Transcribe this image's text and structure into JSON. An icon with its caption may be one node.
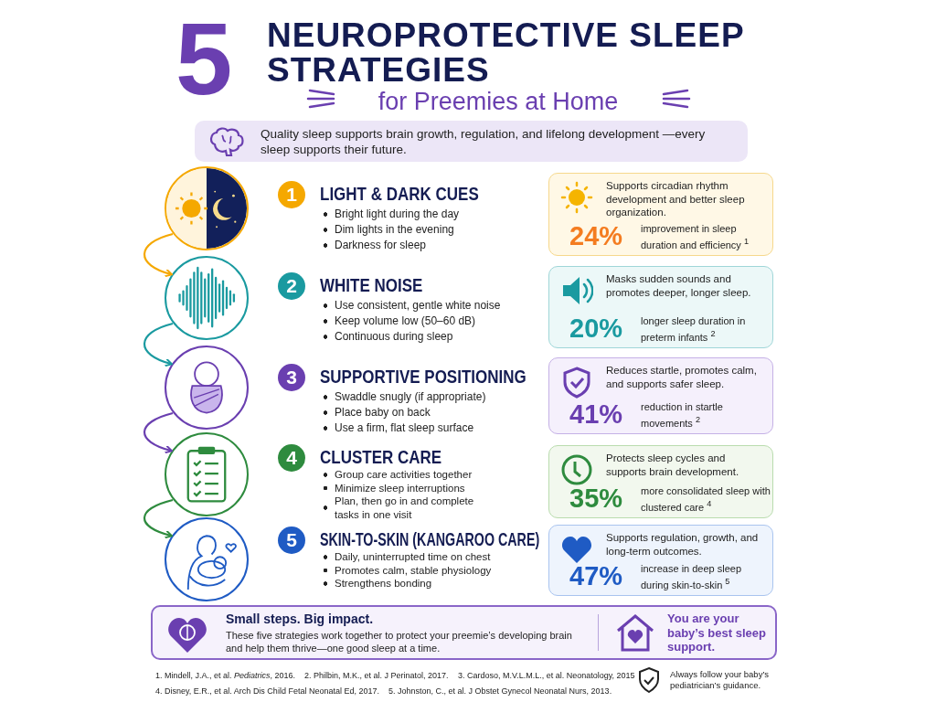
{
  "diagram": {
    "title": "NEUROPROTECTIVE SLEEP STRATEGIES",
    "nodes": [
      {
        "text": [
          "Quality sleep supports brain growth, regulation, and lifelong development —every sleep supports their future."
        ]
      },
      {
        "text": [],
        "shape": "picture"
      },
      {
        "text": [],
        "shape": "picture"
      },
      {
        "text": [],
        "shape": "picture"
      },
      {
        "text": [],
        "shape": "picture"
      },
      {
        "text": [],
        "shape": "picture"
      },
      {
        "text": [
          "1"
        ]
      },
      {
        "text": [
          "2"
        ]
      },
      {
        "text": [
          "3"
        ]
      },
      {
        "text": [
          "4"
        ]
      },
      {
        "text": [
          "5"
        ]
      },
      {
        "text": [
          "Supports circadian rhythm development and better sleep organization.",
          "24%",
          "improvement in sleep duration and efficiency $^{1}$"
        ]
      },
      {
        "text": [
          "Masks sudden sounds and promotes deeper, longer sleep.",
          "20%",
          "longer sleep duration in preterm infants $^{2}$"
        ]
      },
      {
        "text": [
          "Reduces startle, promotes calm, and supports safer sleep.",
          "41%",
          "reduction in startle movements $^{2}$"
        ]
      },
      {
        "text": [
          "Protects sleep cycles and supports brain development.",
          "35%",
          "more consolidated sleep with clustered care $^{4}$"
        ]
      },
      {
        "text": [
          "Supports regulation, growth, and long-term outcomes.",
          "47%",
          "increase in deep sleep during skin-to-skin $^{5}$"
        ]
      },
      {
        "text": [
          "Small steps. Big impact.",
          "These five strategies work together to protect your preemie’s developing brain and help them thrive—one good sleep at a time.",
          "You are your baby’s best sleep support."
        ]
      }
    ],
    "edges": [
      {
        "from": 1,
        "to": 2,
        "arrow": "to",
        "color": "#f5a800"
      },
      {
        "from": 2,
        "to": 3,
        "arrow": "to",
        "color": "#1a9aa0"
      },
      {
        "from": 3,
        "to": 4,
        "arrow": "to",
        "color": "#6a3fb0"
      },
      {
        "from": 4,
        "to": 5,
        "arrow": "to",
        "color": "#2e8b3e"
      }
    ],
    "labels": [
      "5",
      "for Preemies at Home",
      "LIGHT & DARK CUES",
      "Bright light during the day",
      "Dim lights in the evening",
      "Darkness for sleep",
      "WHITE NOISE",
      "Use consistent, gentle white noise",
      "Keep volume low (50–60 dB)",
      "Continuous during sleep",
      "SUPPORTIVE POSITIONING",
      "Swaddle snugly (if appropriate)",
      "Place baby on back",
      "Use a firm, flat sleep surface",
      "CLUSTER CARE",
      "Group care activities together",
      "Minimize sleep interruptions",
      "Plan, then go in and complete tasks in one visit",
      "SKIN-TO-SKIN (KANGAROO CARE)",
      "Daily, uninterrupted time on chest",
      "Promotes calm, stable physiology",
      "Strengthens bonding",
      "1. Mindell, J.A., et al. *Pediatrics*, 2016.",
      "2. Philbin, M.K., et al. J Perinatol, 2017.",
      "3. Cardoso, M.V.L.M.L., et al. Neonatology, 2015",
      "4. Disney, E.R., et al. Arch Dis Child Fetal Neonatal Ed, 2017.",
      "5. Johnston, C., et al. J Obstet Gynecol Neonatal Nurs, 2013.",
      "Always follow your baby’s pediatrician’s guidance."
    ]
  }
}
